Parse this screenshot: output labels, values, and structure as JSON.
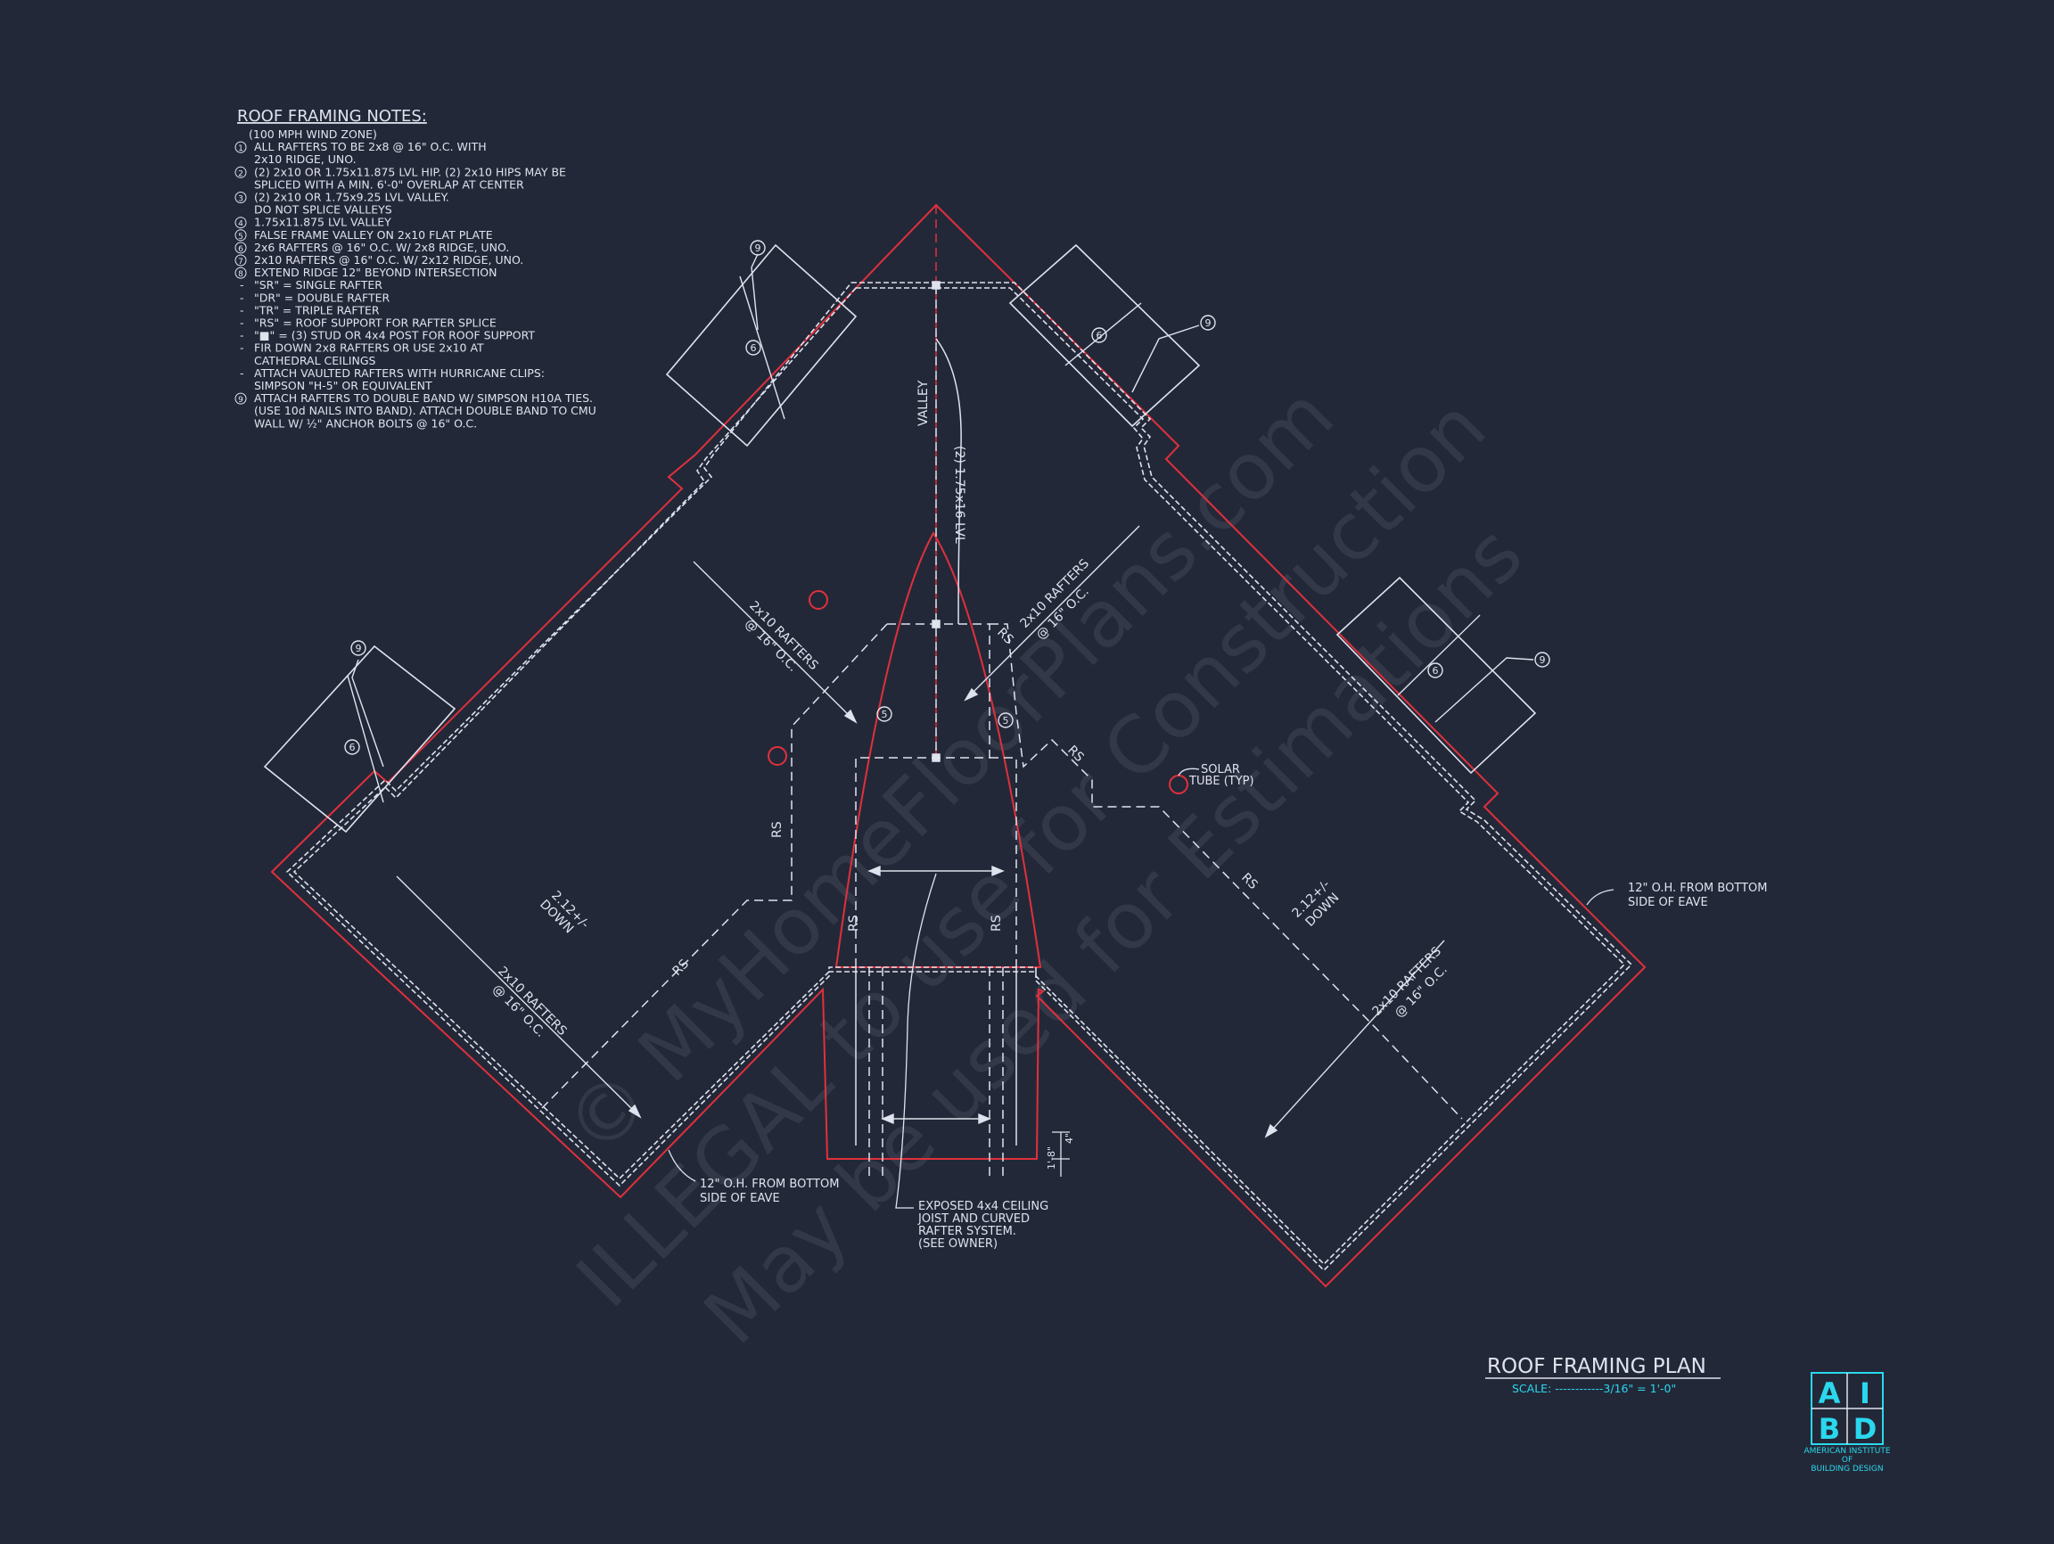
{
  "notes": {
    "title": "ROOF FRAMING NOTES:",
    "lines": [
      {
        "marker": "",
        "text": "(100 MPH WIND ZONE)"
      },
      {
        "marker": "1",
        "text": "ALL RAFTERS TO BE 2x8 @ 16\" O.C. WITH"
      },
      {
        "marker": "",
        "text": "2x10 RIDGE, UNO."
      },
      {
        "marker": "2",
        "text": "(2) 2x10 OR 1.75x11.875 LVL HIP. (2) 2x10 HIPS MAY BE"
      },
      {
        "marker": "",
        "text": "SPLICED WITH A MIN. 6'-0\" OVERLAP AT CENTER"
      },
      {
        "marker": "3",
        "text": "(2) 2x10 OR 1.75x9.25 LVL VALLEY."
      },
      {
        "marker": "",
        "text": "DO NOT SPLICE VALLEYS"
      },
      {
        "marker": "4",
        "text": "1.75x11.875 LVL VALLEY"
      },
      {
        "marker": "5",
        "text": "FALSE FRAME VALLEY ON 2x10 FLAT PLATE"
      },
      {
        "marker": "6",
        "text": "2x6 RAFTERS @ 16\" O.C. W/ 2x8 RIDGE, UNO."
      },
      {
        "marker": "7",
        "text": "2x10 RAFTERS @ 16\" O.C. W/ 2x12 RIDGE, UNO."
      },
      {
        "marker": "8",
        "text": "EXTEND RIDGE 12\" BEYOND INTERSECTION"
      },
      {
        "marker": "-",
        "text": "\"SR\" = SINGLE RAFTER"
      },
      {
        "marker": "-",
        "text": "\"DR\" = DOUBLE RAFTER"
      },
      {
        "marker": "-",
        "text": "\"TR\" = TRIPLE RAFTER"
      },
      {
        "marker": "-",
        "text": "\"RS\" = ROOF SUPPORT FOR RAFTER SPLICE"
      },
      {
        "marker": "-",
        "text": "\"■\" = (3) STUD OR 4x4 POST FOR ROOF SUPPORT"
      },
      {
        "marker": "-",
        "text": "FIR DOWN 2x8 RAFTERS OR USE 2x10 AT"
      },
      {
        "marker": "",
        "text": "CATHEDRAL CEILINGS"
      },
      {
        "marker": "-",
        "text": "ATTACH VAULTED RAFTERS WITH HURRICANE CLIPS:"
      },
      {
        "marker": "",
        "text": "SIMPSON \"H-5\" OR EQUIVALENT"
      },
      {
        "marker": "9",
        "text": "ATTACH RAFTERS TO DOUBLE BAND W/ SIMPSON H10A TIES."
      },
      {
        "marker": "",
        "text": "(USE 10d NAILS INTO BAND). ATTACH DOUBLE BAND TO CMU"
      },
      {
        "marker": "",
        "text": "WALL W/ ½\" ANCHOR BOLTS @ 16\" O.C."
      }
    ]
  },
  "labels": {
    "valley": "VALLEY",
    "lvl": "(2) 1.75x16 LVL",
    "rafters_2x10": "2x10 RAFTERS",
    "oc_16": "@ 16\" O.C.",
    "rs": "RS",
    "down_slope": "2.12+/-",
    "down": "DOWN",
    "solar_tube_1": "SOLAR",
    "solar_tube_2": "TUBE (TYP)",
    "overhang_1": "12\" O.H. FROM BOTTOM",
    "overhang_2": "SIDE OF EAVE",
    "exposed_1": "EXPOSED 4x4 CEILING",
    "exposed_2": "JOIST AND CURVED",
    "exposed_3": "RAFTER SYSTEM.",
    "exposed_4": "(SEE OWNER)",
    "dim_18": "1'-8\"",
    "dim_4": "4\"",
    "tag_9": "9",
    "tag_6": "6",
    "tag_5": "5"
  },
  "plan": {
    "title": "ROOF FRAMING PLAN",
    "scale": "SCALE: ------------3/16\" = 1'-0\""
  },
  "logo": {
    "l1": "A",
    "l2": "I",
    "l3": "B",
    "l4": "D",
    "line1": "AMERICAN INSTITUTE",
    "line2": "OF",
    "line3": "BUILDING DESIGN"
  },
  "watermarks": [
    "© MyHomeFloorPlans.com",
    "ILLEGAL to use for Construction",
    "May be used for Estimations"
  ],
  "colors": {
    "background": "#232838",
    "line": "#dfe3ee",
    "roof_outline": "#e0303c",
    "logo_accent": "#2ad8ee",
    "watermark": "#8a8f9e"
  }
}
